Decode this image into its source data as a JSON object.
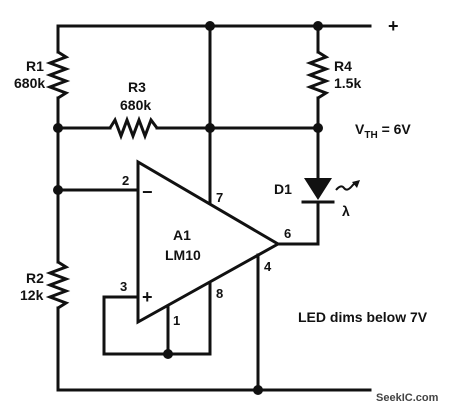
{
  "supply_label": "+",
  "components": {
    "R1": {
      "ref": "R1",
      "value": "680k"
    },
    "R2": {
      "ref": "R2",
      "value": "12k"
    },
    "R3": {
      "ref": "R3",
      "value": "680k"
    },
    "R4": {
      "ref": "R4",
      "value": "1.5k"
    },
    "D1": {
      "ref": "D1",
      "symbol": "λ"
    },
    "A1": {
      "ref": "A1",
      "part": "LM10"
    }
  },
  "opamp_pins": {
    "p1": "1",
    "p2": "2",
    "p3": "3",
    "p4": "4",
    "p6": "6",
    "p7": "7",
    "p8": "8",
    "inv": "−",
    "noninv": "+"
  },
  "threshold": {
    "v": "V",
    "sub": "TH",
    "rest": " = 6V"
  },
  "note": "LED dims below 7V",
  "watermark": "SeekIC.com",
  "colors": {
    "ink": "#111111",
    "background": "#ffffff"
  }
}
